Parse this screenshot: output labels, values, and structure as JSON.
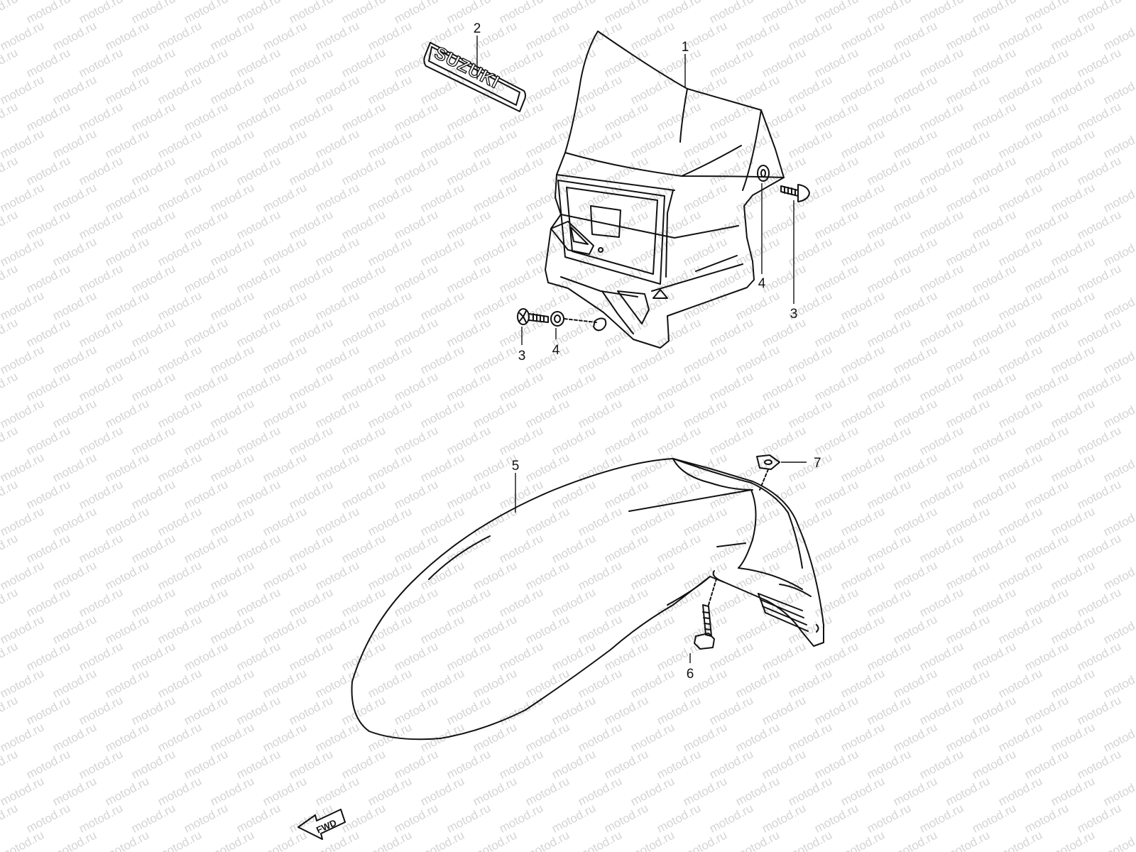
{
  "watermark": "motod.ru",
  "emblem_text": "SUZUKI",
  "fwd_label": "FWD",
  "callouts": [
    {
      "id": "c1",
      "label": "1"
    },
    {
      "id": "c2",
      "label": "2"
    },
    {
      "id": "c3a",
      "label": "3"
    },
    {
      "id": "c3b",
      "label": "3"
    },
    {
      "id": "c4a",
      "label": "4"
    },
    {
      "id": "c4b",
      "label": "4"
    },
    {
      "id": "c5",
      "label": "5"
    },
    {
      "id": "c6",
      "label": "6"
    },
    {
      "id": "c7",
      "label": "7"
    }
  ]
}
